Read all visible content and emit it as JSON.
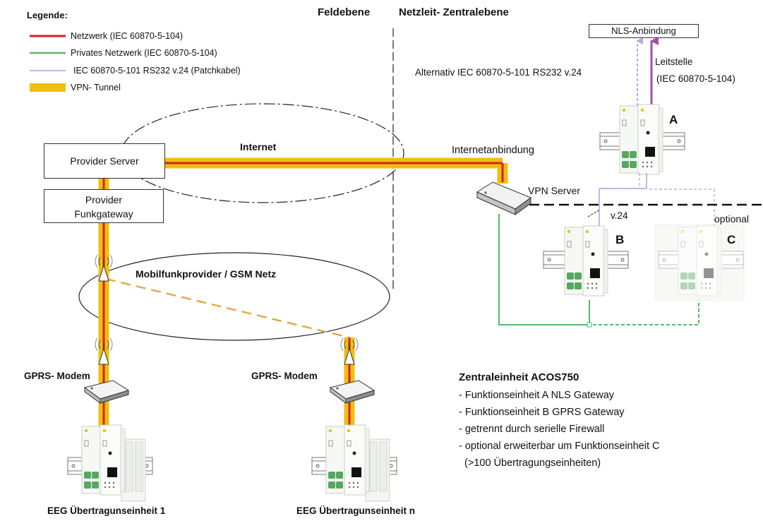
{
  "legend": {
    "title": "Legende:",
    "items": [
      {
        "label": "Netzwerk (IEC 60870-5-104)",
        "color": "#d62020"
      },
      {
        "label": "Privates Netzwerk (IEC 60870-5-104)",
        "color": "#57b86a"
      },
      {
        "label": "IEC 60870-5-101 RS232 v.24 (Patchkabel)",
        "color": "#a9a3d8"
      },
      {
        "label": "VPN- Tunnel",
        "color": "#efbf0f"
      }
    ]
  },
  "zones": {
    "left": "Feldebene",
    "right": "Netzleit- Zentralebene"
  },
  "top": {
    "nls_box": "NLS-Anbindung",
    "leitstelle_line1": "Leitstelle",
    "leitstelle_line2": "(IEC 60870-5-104)",
    "alternativ": "Alternativ IEC 60870-5-101 RS232 v.24"
  },
  "left_side": {
    "provider_server": "Provider Server",
    "provider_funkgateway_line1": "Provider",
    "provider_funkgateway_line2": "Funkgateway",
    "internet": "Internet",
    "mobilfunk": "Mobilfunkprovider / GSM Netz",
    "modem1": "GPRS- Modem",
    "modemN": "GPRS- Modem",
    "eeg1": "EEG Übertragunseinheit 1",
    "eegN": "EEG Übertragunseinheit n"
  },
  "right_side": {
    "internetanbindung": "Internetanbindung",
    "vpn_server": "VPN Server",
    "v24": "v.24",
    "optional": "optional",
    "unit_a": "A",
    "unit_b": "B",
    "unit_c": "C"
  },
  "central": {
    "title": "Zentraleinheit ACOS750",
    "items": [
      "- Funktionseinheit A NLS Gateway",
      "- Funktionseinheit B GPRS Gateway",
      "- getrennt durch serielle Firewall",
      "- optional erweiterbar um Funktionseinheit C",
      "  (>100 Übertragungseinheiten)"
    ]
  },
  "colors": {
    "network_red": "#d62020",
    "private_green": "#57b86a",
    "rs232_purple": "#a9a3d8",
    "vpn_yellow": "#efbf0f",
    "modem_orange": "#e8a84a"
  },
  "icons": [
    "antenna-icon",
    "modem-icon",
    "plc-device-icon",
    "vpn-server-icon"
  ]
}
